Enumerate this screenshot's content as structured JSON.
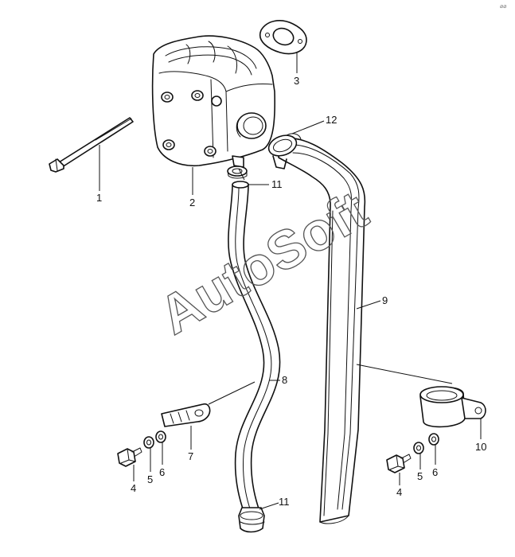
{
  "watermark": "AutoSoft",
  "corner_mark": "⌀⌀",
  "labels": {
    "l1": "1",
    "l2": "2",
    "l3": "3",
    "l4a": "4",
    "l5a": "5",
    "l6a": "6",
    "l7": "7",
    "l8": "8",
    "l9": "9",
    "l10": "10",
    "l11a": "11",
    "l11b": "11",
    "l12": "12",
    "l4b": "4",
    "l5b": "5",
    "l6b": "6"
  }
}
